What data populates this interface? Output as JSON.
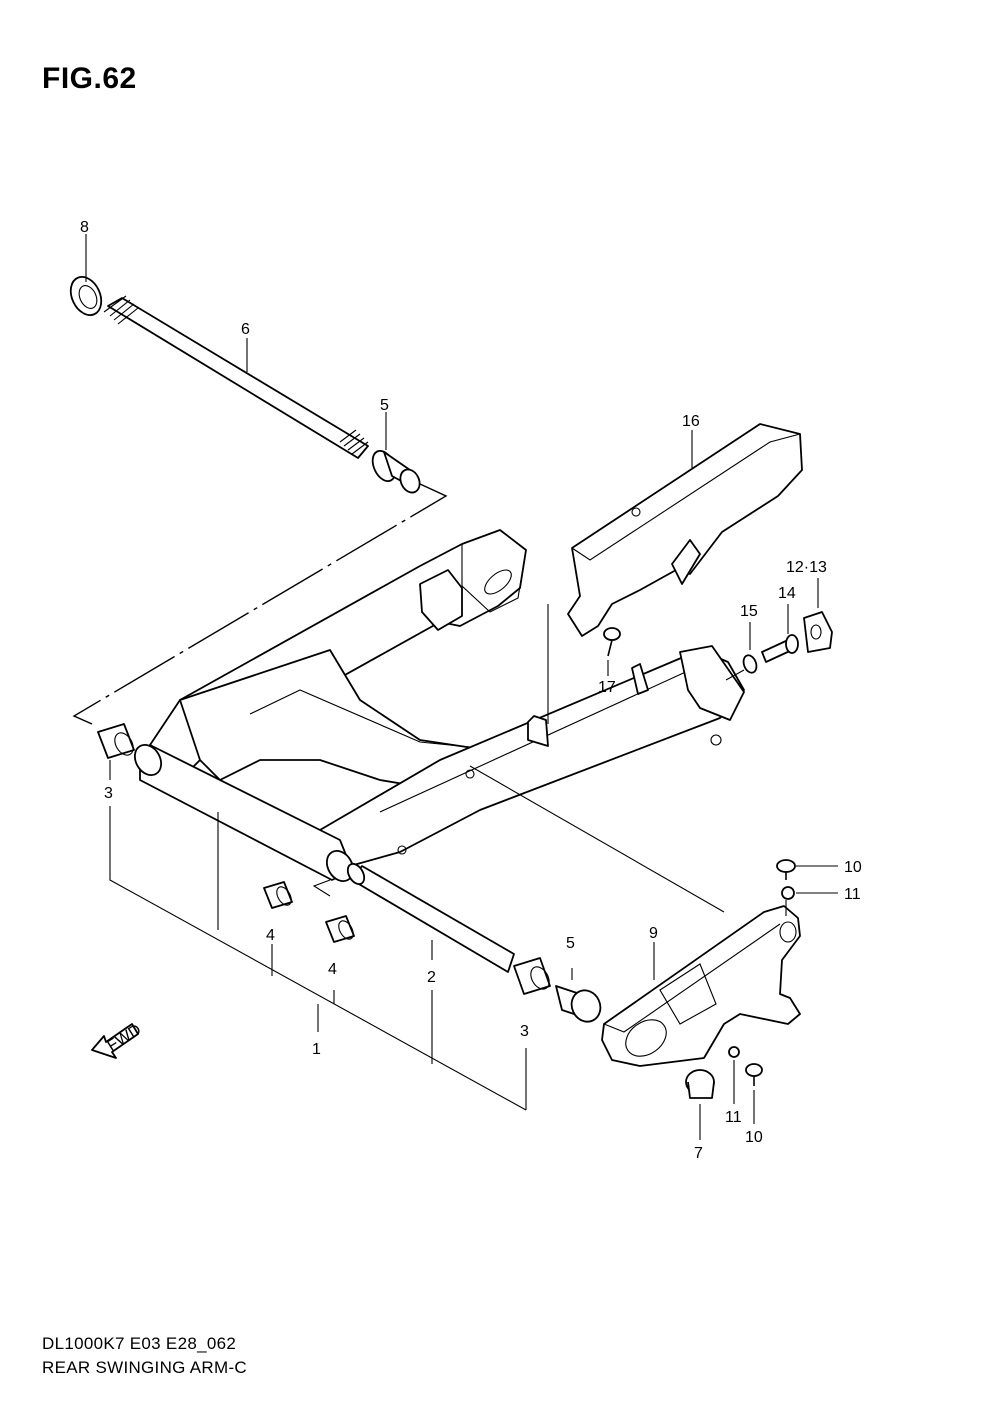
{
  "figure": {
    "title": "FIG.62",
    "code": "DL1000K7 E03 E28_062",
    "name": "REAR SWINGING ARM-C"
  },
  "callouts": {
    "c1": "1",
    "c2": "2",
    "c3a": "3",
    "c3b": "3",
    "c4a": "4",
    "c4b": "4",
    "c5a": "5",
    "c5b": "5",
    "c6": "6",
    "c7": "7",
    "c8": "8",
    "c9": "9",
    "c10a": "10",
    "c10b": "10",
    "c11a": "11",
    "c11b": "11",
    "c1213": "12·13",
    "c14": "14",
    "c15": "15",
    "c16": "16",
    "c17": "17"
  },
  "fwd_label": "FWD"
}
